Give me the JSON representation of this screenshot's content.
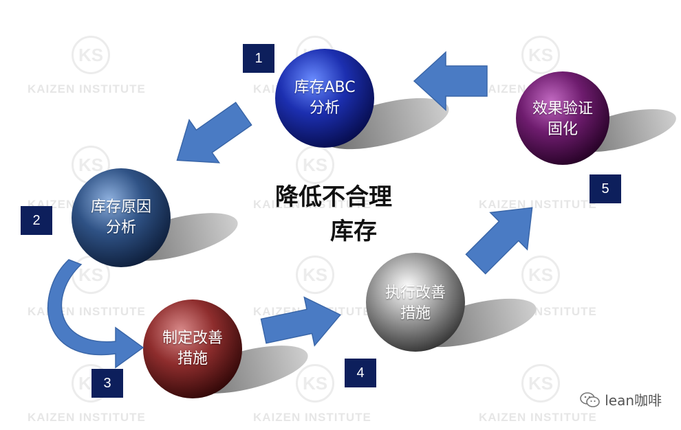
{
  "watermark": {
    "text": "KAIZEN INSTITUTE",
    "logo_text": "KS"
  },
  "center_title": {
    "line1": "降低不合理",
    "line2": "库存"
  },
  "steps": [
    {
      "number": "1",
      "line1": "库存ABC",
      "line2": "分析",
      "color": "#1a2fa8"
    },
    {
      "number": "2",
      "line1": "库存原因",
      "line2": "分析",
      "color": "#2a4a7a"
    },
    {
      "number": "3",
      "line1": "制定改善",
      "line2": "措施",
      "color": "#8a2a2a"
    },
    {
      "number": "4",
      "line1": "执行改善",
      "line2": "措施",
      "color": "#8a8a8a"
    },
    {
      "number": "5",
      "line1": "效果验证",
      "line2": "固化",
      "color": "#6a1a6a"
    }
  ],
  "colors": {
    "arrow": "#4a7bc4",
    "badge": "#0d1f5c"
  },
  "footer": {
    "icon": "wechat-icon",
    "text": "lean咖啡"
  }
}
